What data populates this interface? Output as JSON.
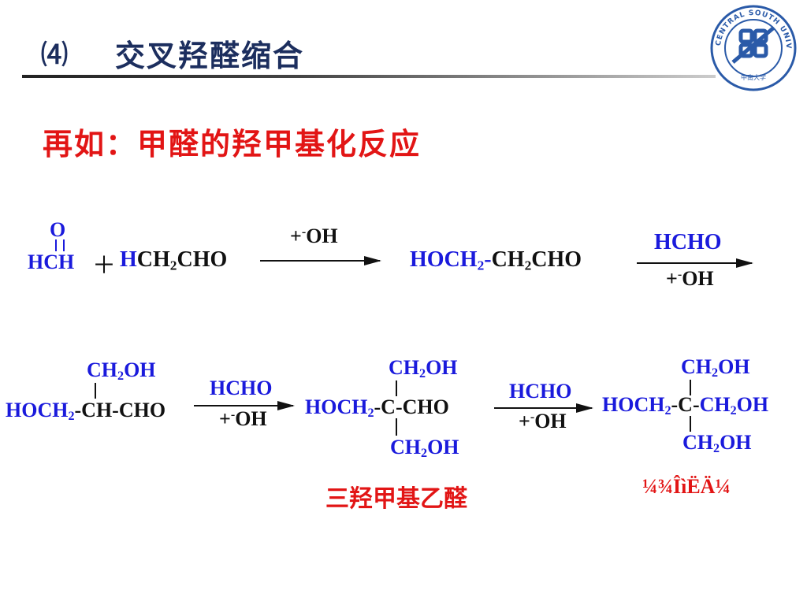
{
  "header": {
    "section_num": "⑷",
    "section_title": "交叉羟醛缩合",
    "logo": {
      "icon": "university-seal-icon",
      "text": "CENTRAL SOUTH UNIVERSITY"
    }
  },
  "subtitle": "再如：甲醛的羟甲基化反应",
  "reaction1": {
    "formaldehyde": {
      "o": "O",
      "h1": "H",
      "c": "C",
      "h2": "H"
    },
    "plus": "＋",
    "acetaldehyde": {
      "h": "H",
      "ch": "CH",
      "two": "2",
      "cho": "CHO"
    },
    "arrow1": {
      "plus": "+",
      "minus": "-",
      "oh": "OH"
    },
    "product": {
      "hoch": "HOCH",
      "two": "2",
      "dash": "-",
      "ch": "CH",
      "two2": "2",
      "cho": "CHO"
    },
    "arrow2": {
      "top": "HCHO",
      "plus": "+",
      "minus": "-",
      "oh": "OH"
    }
  },
  "reaction2": {
    "mol1": {
      "top_ch": "CH",
      "top_two": "2",
      "top_oh": "OH",
      "left_hoch": "HOCH",
      "left_two": "2",
      "main": "-CH-CHO"
    },
    "arrow3": {
      "top": "HCHO",
      "plus": "+",
      "minus": "-",
      "oh": "OH"
    },
    "mol2": {
      "top_ch": "CH",
      "top_two": "2",
      "top_oh": "OH",
      "left_hoch": "HOCH",
      "left_two": "2",
      "main": "-C-CHO",
      "bot_ch": "CH",
      "bot_two": "2",
      "bot_oh": "OH"
    },
    "mol2_name": "三羟甲基乙醛",
    "arrow4": {
      "top": "HCHO",
      "plus": "+",
      "minus": "-",
      "oh": "OH"
    },
    "mol3": {
      "top_ch": "CH",
      "top_two": "2",
      "top_oh": "OH",
      "left_hoch": "HOCH",
      "left_two": "2",
      "mid": "-C-",
      "right_ch": "CH",
      "right_two": "2",
      "right_oh": "OH",
      "bot_ch": "CH",
      "bot_two": "2",
      "bot_oh": "OH"
    },
    "mol3_name": "¼¾ÎìËÄ¼"
  },
  "colors": {
    "blue": "#1a1adc",
    "red": "#e21515",
    "black": "#111111",
    "rule": "#333333"
  }
}
